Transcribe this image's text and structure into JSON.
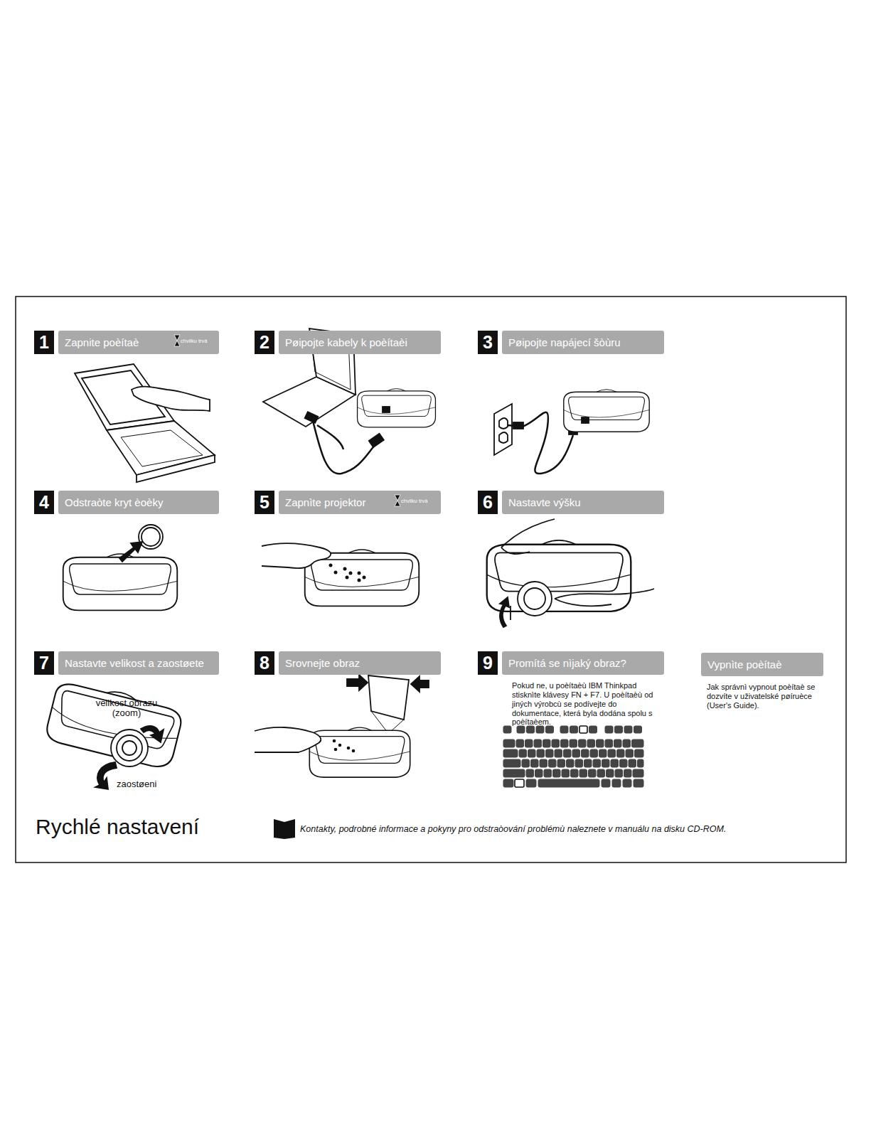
{
  "diagram": {
    "title": "Rychlé nastavení",
    "caption": "Kontakty, podrobné informace a pokyny pro odstraòování problémù naleznete v manuálu na disku CD-ROM.",
    "nodes": [
      {
        "text": [
          "1",
          "Zapnite poèítaè"
        ]
      },
      {
        "text": [
          "2",
          "Pøipojte kabely k poèítaèi"
        ]
      },
      {
        "text": [
          "3",
          "Pøipojte napájecí šòùru"
        ]
      },
      {
        "text": [
          "4",
          "Odstraòte kryt èoèky"
        ]
      },
      {
        "text": [
          "5",
          "Zapnìte projektor"
        ]
      },
      {
        "text": [
          "6",
          "Nastavte výšku"
        ]
      },
      {
        "text": [
          "7",
          "Nastavte velikost a zaostøete"
        ]
      },
      {
        "text": [
          "8",
          "Srovnejte obraz"
        ]
      },
      {
        "text": [
          "9",
          "Promítá se nìjaký obraz?",
          "Pokud ne, u poèítaèù IBM Thinkpad stisknìte klávesy FN + F7. U poèítaèù od jiných výrobcù se podívejte do dokumentace, která byla dodána spolu s poèítaèem."
        ]
      },
      {
        "text": [
          "Vypnìte poèítaè",
          "Jak správnì vypnout poèítaè se dozvíte v uživatelské pøíruèce (User's Guide)."
        ]
      }
    ],
    "labels": [
      "chvilku trvá",
      "chvilku trvá",
      "velikost obrazu (zoom)",
      "zaostøeni"
    ]
  }
}
